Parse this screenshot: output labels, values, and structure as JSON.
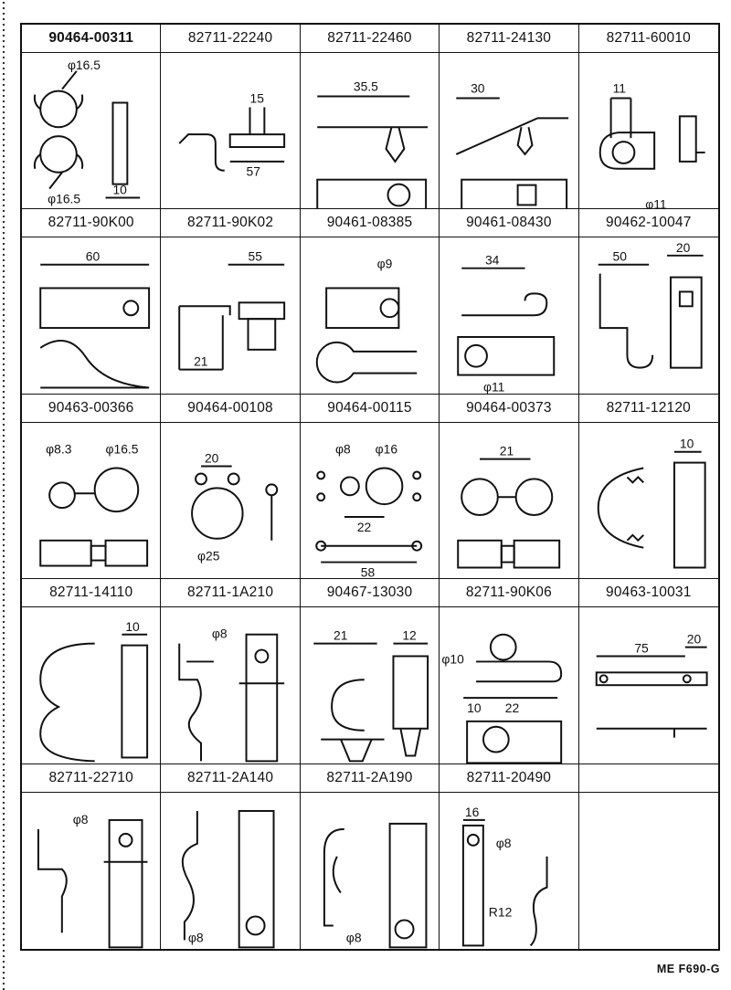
{
  "parts": [
    {
      "part_no": "90464-00311",
      "dims": [
        "φ16.5",
        "φ16.5",
        "10"
      ],
      "icon": "double-ring-clip-icon"
    },
    {
      "part_no": "82711-22240",
      "dims": [
        "15",
        "57"
      ],
      "icon": "bent-plate-clip-icon"
    },
    {
      "part_no": "82711-22460",
      "dims": [
        "35.5"
      ],
      "icon": "push-pin-clamp-icon"
    },
    {
      "part_no": "82711-24130",
      "dims": [
        "30"
      ],
      "icon": "angled-push-clamp-icon"
    },
    {
      "part_no": "82711-60010",
      "dims": [
        "11",
        "φ11"
      ],
      "icon": "fork-ring-clip-icon"
    },
    {
      "part_no": "82711-90K00",
      "dims": [
        "60"
      ],
      "icon": "long-plate-clip-icon"
    },
    {
      "part_no": "82711-90K02",
      "dims": [
        "55",
        "21"
      ],
      "icon": "u-channel-clip-icon"
    },
    {
      "part_no": "90461-08385",
      "dims": [
        "φ9"
      ],
      "icon": "loop-strap-clip-icon"
    },
    {
      "part_no": "90461-08430",
      "dims": [
        "34",
        "φ11"
      ],
      "icon": "hook-strap-clip-icon"
    },
    {
      "part_no": "90462-10047",
      "dims": [
        "50",
        "20"
      ],
      "icon": "bracket-hook-clip-icon"
    },
    {
      "part_no": "90463-00366",
      "dims": [
        "φ8.3",
        "φ16.5"
      ],
      "icon": "twin-clamp-icon"
    },
    {
      "part_no": "90464-00108",
      "dims": [
        "20",
        "φ25"
      ],
      "icon": "round-clip-icon"
    },
    {
      "part_no": "90464-00115",
      "dims": [
        "φ8",
        "φ16",
        "22",
        "58"
      ],
      "icon": "wire-spring-clip-icon"
    },
    {
      "part_no": "90464-00373",
      "dims": [
        "21"
      ],
      "icon": "double-open-clamp-icon"
    },
    {
      "part_no": "82711-12120",
      "dims": [
        "10"
      ],
      "icon": "toothed-band-clip-icon"
    },
    {
      "part_no": "82711-14110",
      "dims": [
        "10"
      ],
      "icon": "c-band-clip-icon"
    },
    {
      "part_no": "82711-1A210",
      "dims": [
        "φ8"
      ],
      "icon": "wave-bracket-clip-icon"
    },
    {
      "part_no": "90467-13030",
      "dims": [
        "21",
        "12"
      ],
      "icon": "c-push-clip-icon"
    },
    {
      "part_no": "82711-90K06",
      "dims": [
        "φ10",
        "10",
        "22"
      ],
      "icon": "coil-hook-clip-icon"
    },
    {
      "part_no": "90463-10031",
      "dims": [
        "75",
        "20"
      ],
      "icon": "flat-bar-clip-icon"
    },
    {
      "part_no": "82711-22710",
      "dims": [
        "φ8"
      ],
      "icon": "stepped-bracket-clip-icon"
    },
    {
      "part_no": "82711-2A140",
      "dims": [
        "φ8"
      ],
      "icon": "tall-wave-bracket-icon"
    },
    {
      "part_no": "82711-2A190",
      "dims": [
        "φ8"
      ],
      "icon": "double-bracket-clip-icon"
    },
    {
      "part_no": "82711-20490",
      "dims": [
        "16",
        "φ8",
        "R12"
      ],
      "icon": "radius-bracket-clip-icon"
    },
    {
      "part_no": "",
      "dims": [],
      "icon": ""
    }
  ],
  "footer": "ME  F690-G"
}
